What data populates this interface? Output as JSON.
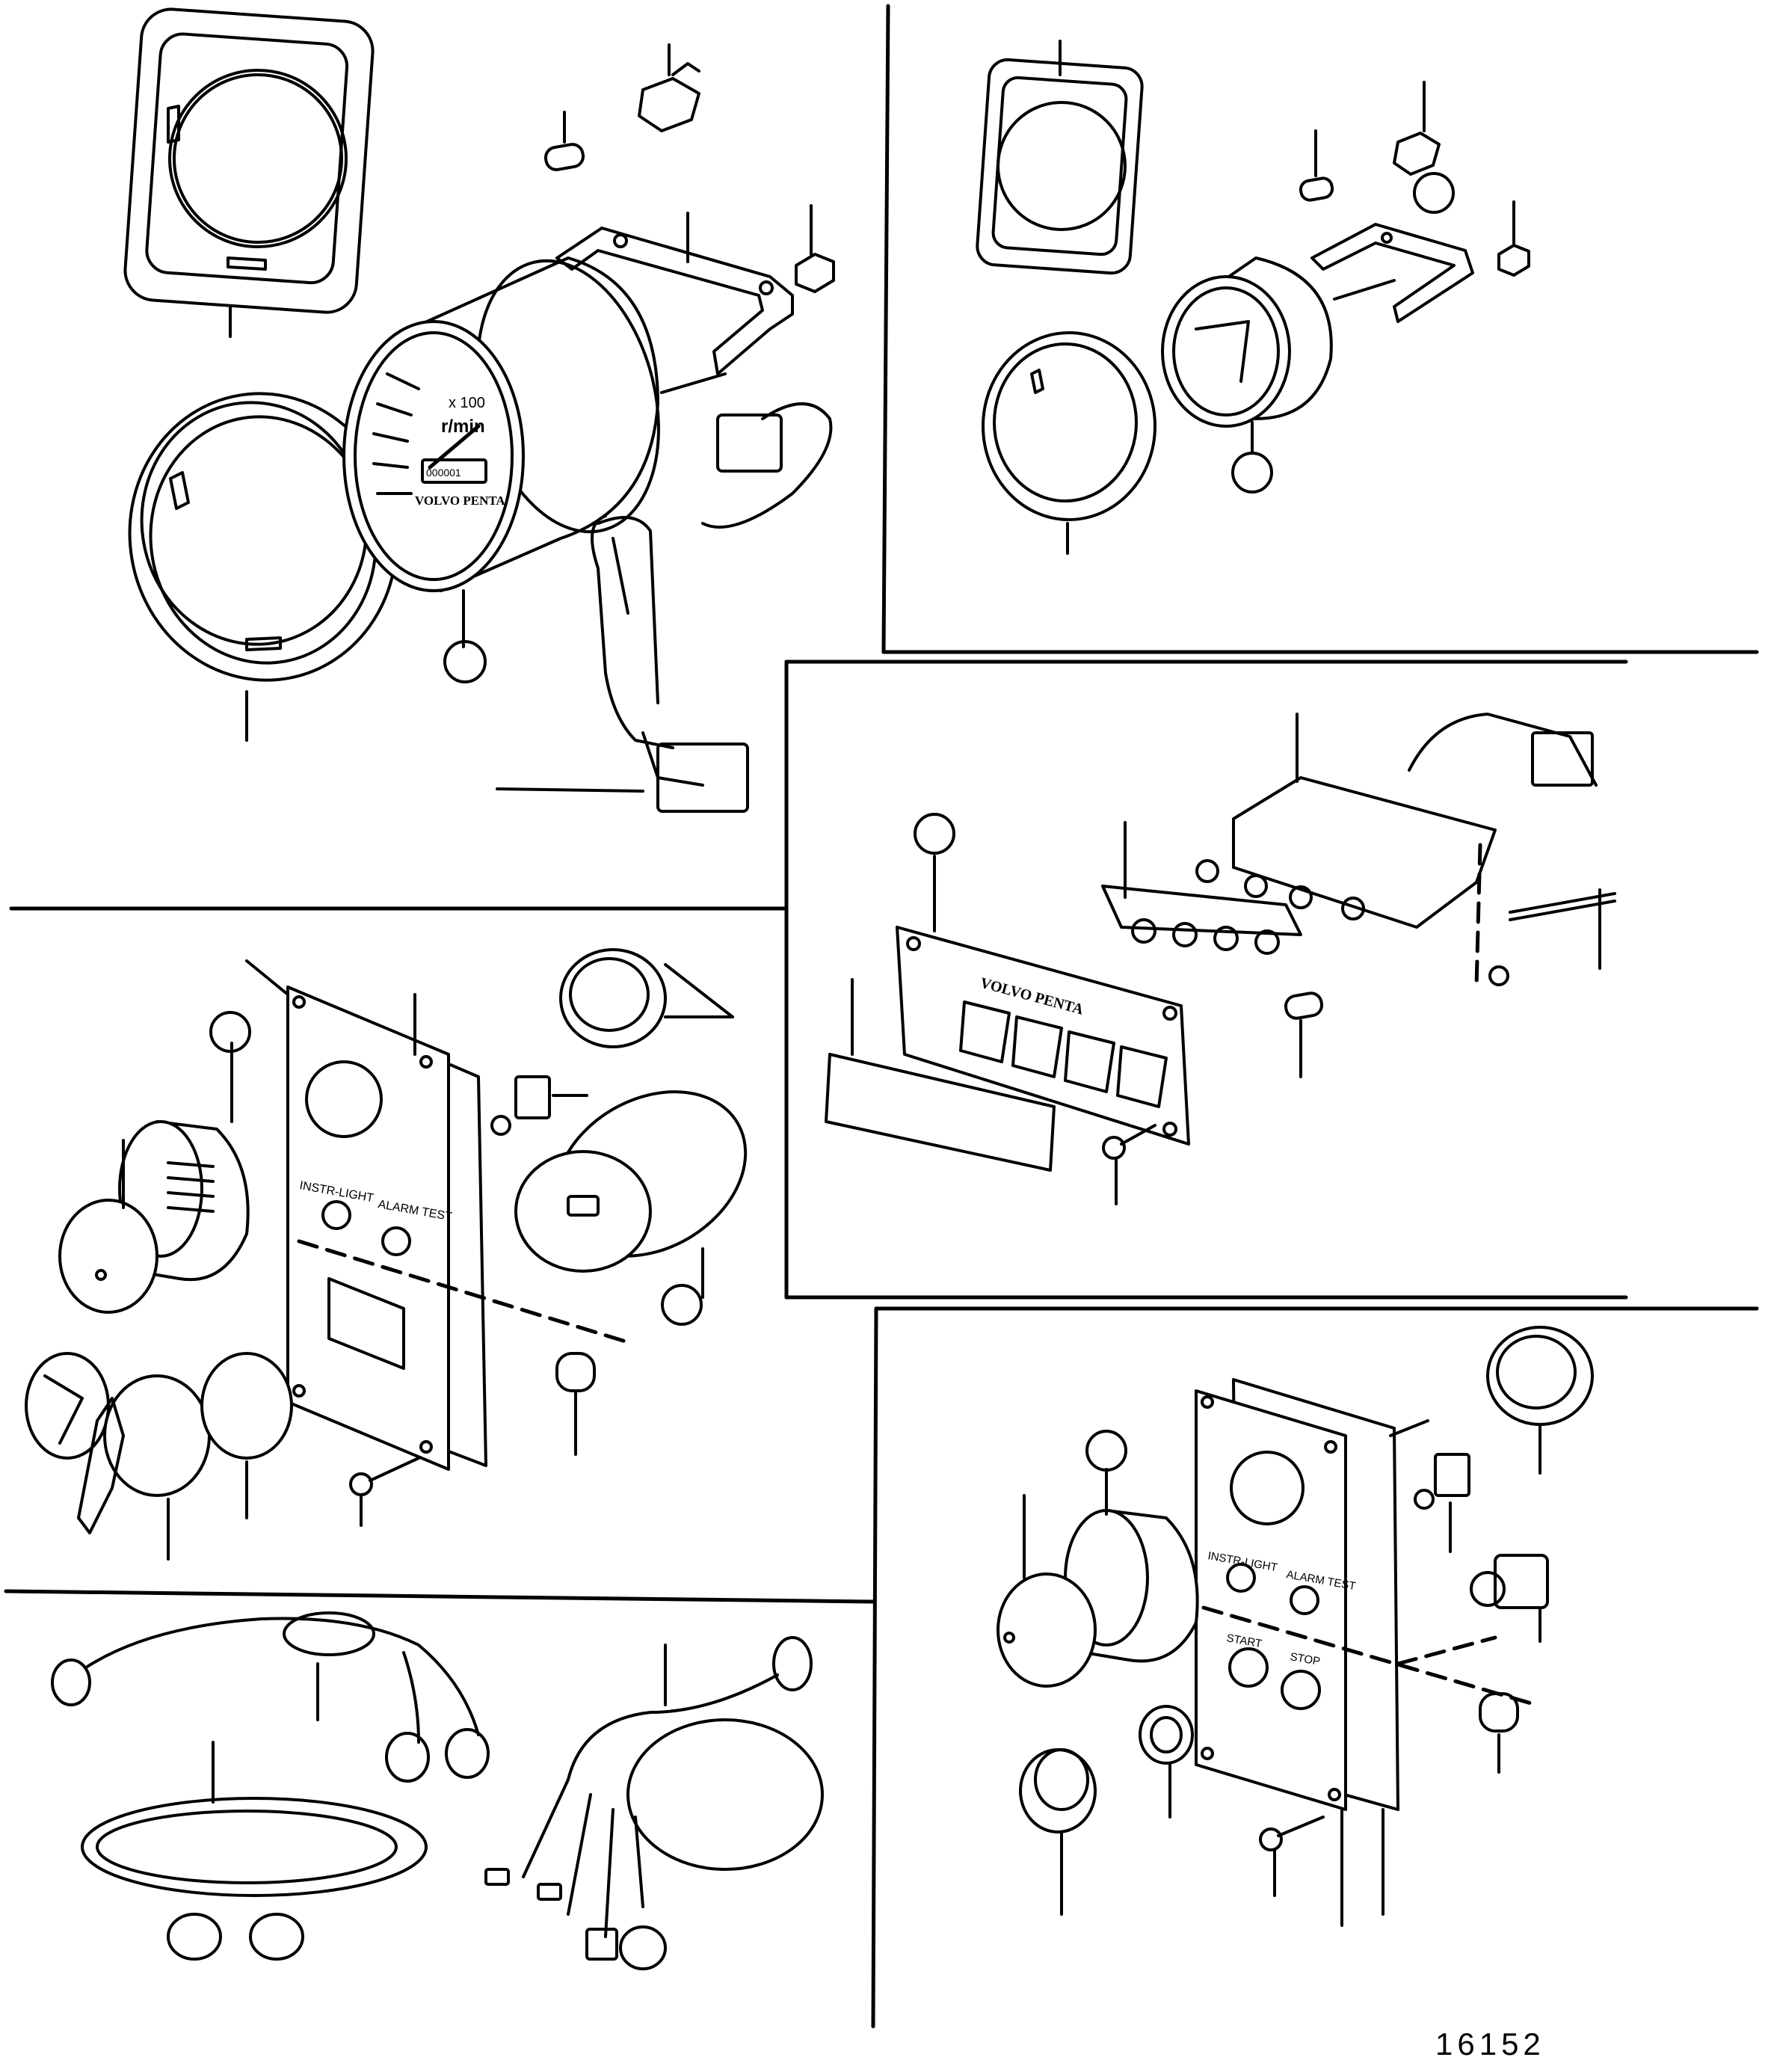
{
  "figure_number": "16152",
  "tachometer": {
    "scale": "x 100",
    "unit": "r/min",
    "odometer": "000001",
    "brand": "VOLVO PENTA"
  },
  "alarm_unit": {
    "brand": "VOLVO PENTA"
  },
  "panel_left": {
    "instr_light": "INSTR-LIGHT",
    "alarm_test": "ALARM TEST"
  },
  "panel_right": {
    "instr_light": "INSTR-LIGHT",
    "alarm_test": "ALARM TEST",
    "start": "START",
    "stop": "STOP"
  },
  "colors": {
    "ink": "#000000",
    "paper": "#ffffff"
  }
}
